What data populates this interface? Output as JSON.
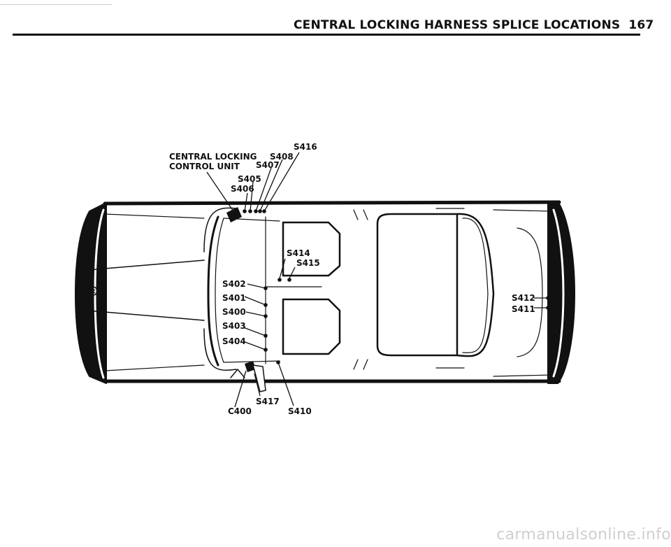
{
  "header": {
    "title": "CENTRAL LOCKING HARNESS SPLICE LOCATIONS",
    "page_number": "167"
  },
  "labels": {
    "control_unit_line1": "CENTRAL LOCKING",
    "control_unit_line2": "CONTROL UNIT",
    "s416": "S416",
    "s408": "S408",
    "s407": "S407",
    "s405": "S405",
    "s406": "S406",
    "s414": "S414",
    "s415": "S415",
    "s402": "S402",
    "s401": "S401",
    "s400": "S400",
    "s403": "S403",
    "s404": "S404",
    "s412": "S412",
    "s411": "S411",
    "s417": "S417",
    "c400": "C400",
    "s410": "S410"
  },
  "watermark": {
    "text": "carmanualsonline.info"
  }
}
